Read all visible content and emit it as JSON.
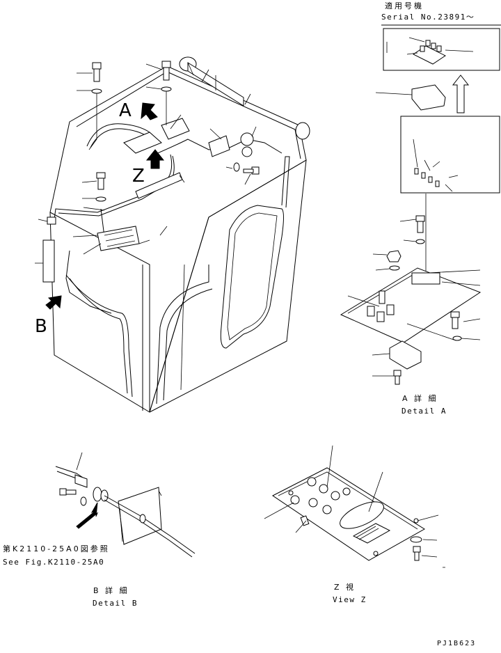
{
  "serial": {
    "applicable_models": "適用号機",
    "serial_no": "Serial No.23891～"
  },
  "views": {
    "a_letter": "A",
    "b_letter": "B",
    "z_letter": "Z",
    "detail_a_jp": "A 詳 細",
    "detail_a_en": "Detail A",
    "detail_b_jp": "B 詳 細",
    "detail_b_en": "Detail B",
    "view_z_jp": "Z  視",
    "view_z_en": "View Z"
  },
  "reference": {
    "jp": "第K2110-25A0図参照",
    "en": "See Fig.K2110-25A0"
  },
  "drawing_code": "PJ1B623"
}
